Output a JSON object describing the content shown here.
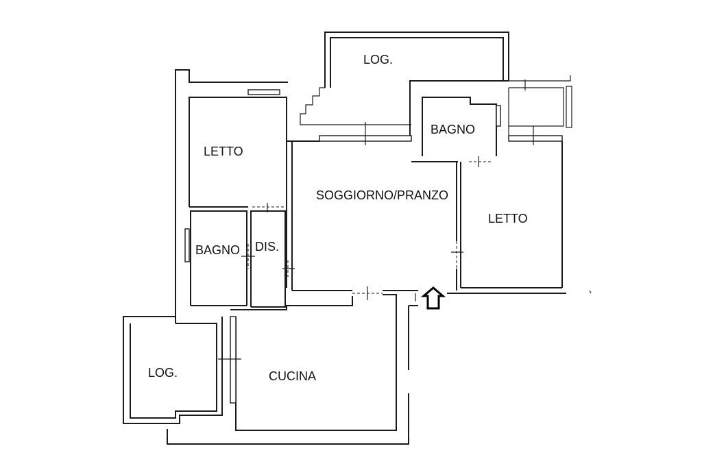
{
  "plan": {
    "rooms": {
      "loggia_top": "LOG.",
      "bagno_top": "BAGNO",
      "letto_left": "LETTO",
      "soggiorno": "SOGGIORNO/PRANZO",
      "letto_right": "LETTO",
      "bagno_left": "BAGNO",
      "dis": "DIS.",
      "loggia_left": "LOG.",
      "cucina": "CUCINA"
    }
  }
}
